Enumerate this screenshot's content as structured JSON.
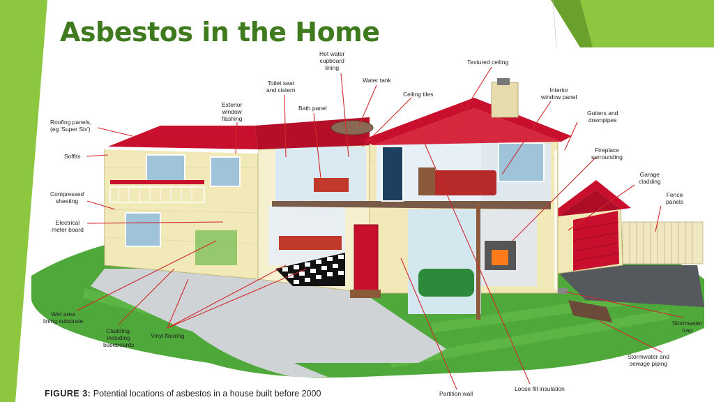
{
  "title": "Asbestos in the Home",
  "caption": {
    "figure_label": "FIGURE 3:",
    "text": "Potential locations of asbestos in a house built before 2000"
  },
  "labels": {
    "hot_water_1": "Hot water",
    "hot_water_2": "cupboard",
    "hot_water_3": "lining",
    "water_tank": "Water tank",
    "textured_ceiling": "Textured ceiling",
    "toilet_1": "Toilet seat",
    "toilet_2": "and cistern",
    "ceiling_tiles": "Ceiling tiles",
    "interior_window_1": "Interior",
    "interior_window_2": "window panel",
    "exterior_window_1": "Exterior",
    "exterior_window_2": "window",
    "exterior_window_3": "flashing",
    "bath_panel": "Bath panel",
    "gutters_1": "Gutters and",
    "gutters_2": "downpipes",
    "roofing_1": "Roofing panels,",
    "roofing_2": "(eg 'Super Six')",
    "fireplace_1": "Fireplace",
    "fireplace_2": "surrounding",
    "soffits": "Soffits",
    "garage_1": "Garage",
    "garage_2": "cladding",
    "compressed_1": "Compressed",
    "compressed_2": "sheeting",
    "fence_1": "Fence",
    "fence_2": "panels",
    "electrical_1": "Electrical",
    "electrical_2": "meter board",
    "wet_area_1": "Wet area",
    "wet_area_2": "lining substrate",
    "cladding_1": "Cladding,",
    "cladding_2": "including",
    "cladding_3": "baseboards",
    "vinyl": "Vinyl flooring",
    "stormwater_trap_1": "Stormwater",
    "stormwater_trap_2": "trap",
    "stormwater_pipe_1": "Stormwater and",
    "stormwater_pipe_2": "sewage piping",
    "partition_wall": "Partition wall",
    "loose_fill": "Loose fill insulation"
  },
  "colors": {
    "title_green": "#3f7a1f",
    "accent_green": "#8dc63f",
    "roof_red": "#c8102e",
    "wall_cream": "#f1e9b8",
    "grass_green": "#4fa83a",
    "leader_red": "#d0282a"
  }
}
